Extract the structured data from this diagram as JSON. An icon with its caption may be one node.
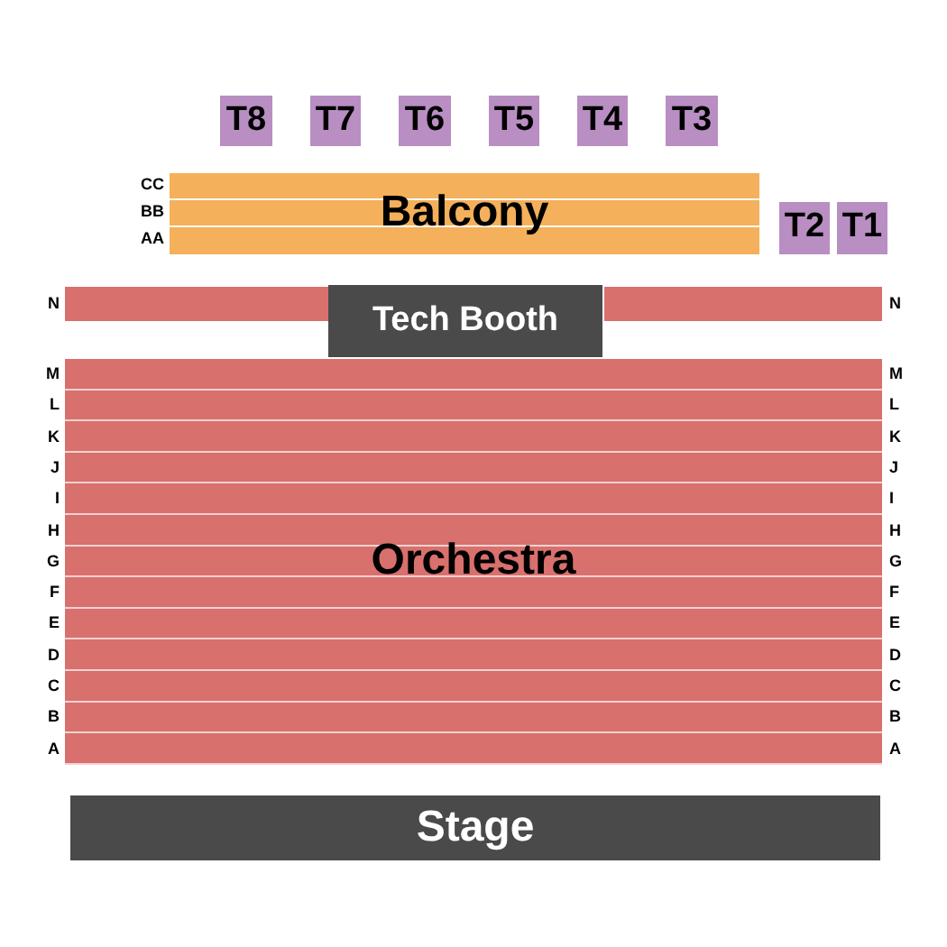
{
  "diagram": {
    "nodes": [
      {
        "text": [
          "T8"
        ]
      },
      {
        "text": [
          "T7"
        ]
      },
      {
        "text": [
          "T6"
        ]
      },
      {
        "text": [
          "T5"
        ]
      },
      {
        "text": [
          "T4"
        ]
      },
      {
        "text": [
          "T3"
        ]
      },
      {
        "text": [
          "Balcony"
        ]
      },
      {
        "text": [
          "T2"
        ]
      },
      {
        "text": [
          "T1"
        ]
      },
      {
        "text": [
          "Tech Booth"
        ]
      },
      {
        "text": [
          "Orchestra"
        ]
      },
      {
        "text": [
          "Stage"
        ]
      }
    ],
    "labels": [
      "CC",
      "BB",
      "AA",
      "N",
      "N",
      "M",
      "M",
      "L",
      "L",
      "K",
      "K",
      "J",
      "J",
      "I",
      "I",
      "H",
      "H",
      "G",
      "G",
      "F",
      "F",
      "E",
      "E",
      "D",
      "D",
      "C",
      "C",
      "B",
      "B",
      "A",
      "A"
    ]
  }
}
